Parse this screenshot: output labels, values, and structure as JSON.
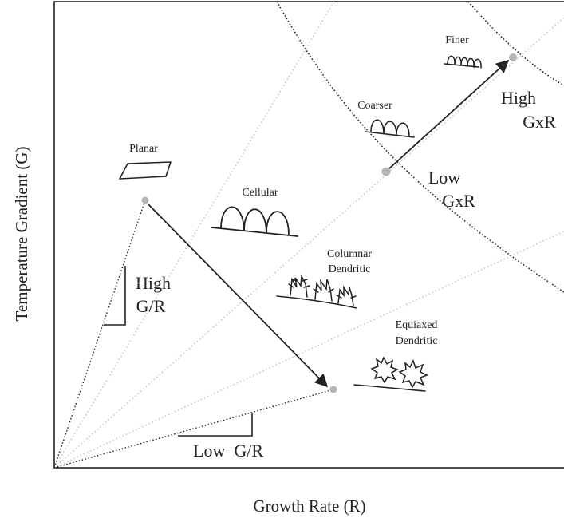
{
  "axes": {
    "x_label": "Growth Rate (R)",
    "y_label": "Temperature Gradient (G)"
  },
  "regions": {
    "planar": "Planar",
    "cellular": "Cellular",
    "columnar_line1": "Columnar",
    "columnar_line2": "Dendritic",
    "equiaxed_line1": "Equiaxed",
    "equiaxed_line2": "Dendritic"
  },
  "scale": {
    "coarser": "Coarser",
    "finer": "Finer",
    "low_gxr_line1": "Low",
    "low_gxr_line2": "GxR",
    "high_gxr_line1": "High",
    "high_gxr_line2": "GxR"
  },
  "ratio": {
    "high_gr_line1": "High",
    "high_gr_line2": "G/R",
    "low_gr": "Low  G/R"
  },
  "colors": {
    "ink": "#222222",
    "guide": "#bdbdbd",
    "point": "#b5b5b5"
  }
}
